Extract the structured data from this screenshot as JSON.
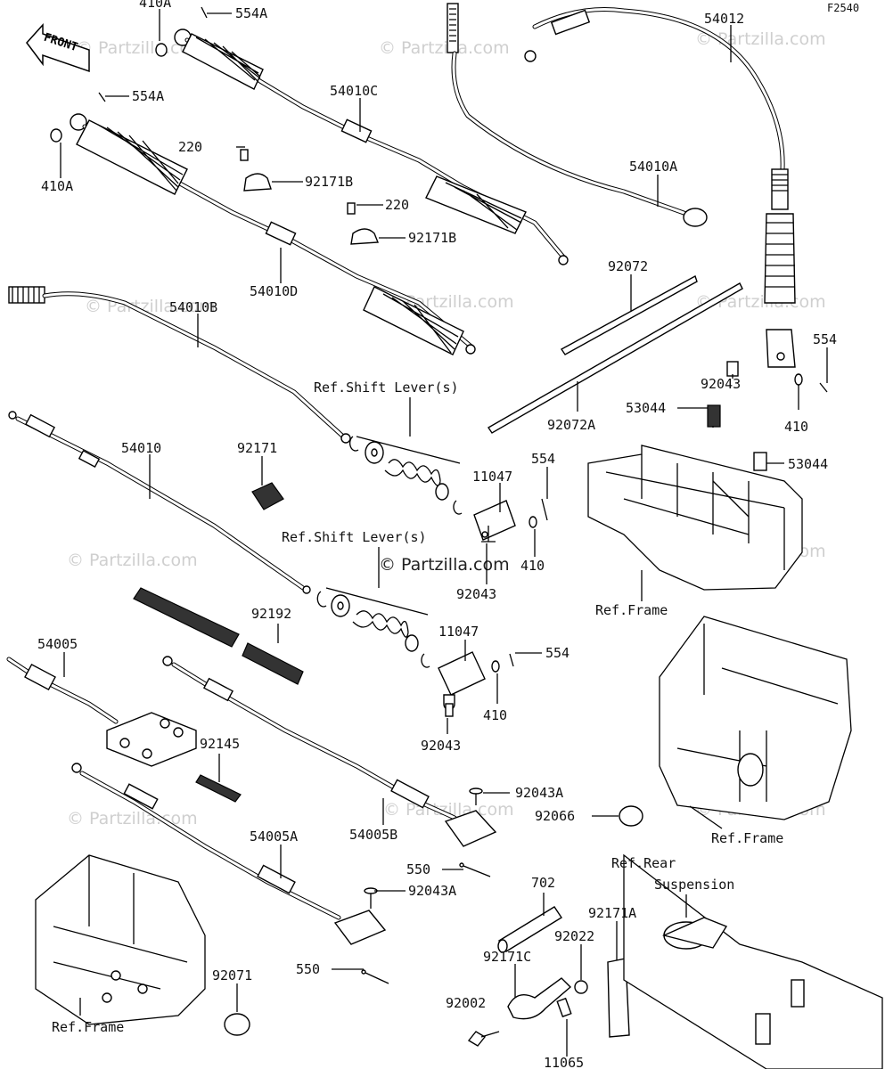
{
  "diagram_code": "F2540",
  "front_label": "FRONT",
  "watermarks": [
    "© Partzilla.com",
    "© Partzilla.com",
    "© Partzilla.com",
    "© Partzilla.com",
    "© Partzilla.com",
    "© Partzilla.com",
    "© Partzilla.com",
    "© Partzilla.com",
    "© Partzilla.com",
    "© Partzilla.com",
    "© Partzilla.com",
    "© Partzilla.com"
  ],
  "center_watermark": "© Partzilla.com",
  "callouts": {
    "c410a_top": "410A",
    "c554a_top": "554A",
    "c554a_mid": "554A",
    "c410a_left": "410A",
    "c54010c": "54010C",
    "c220_a": "220",
    "c92171b_a": "92171B",
    "c220_b": "220",
    "c92171b_b": "92171B",
    "c54010d": "54010D",
    "c54012": "54012",
    "c54010a": "54010A",
    "c92072": "92072",
    "c92072a": "92072A",
    "c54010b": "54010B",
    "c54010": "54010",
    "c92171": "92171",
    "c_ref_shift_1": "Ref.Shift Lever(s)",
    "c11047_a": "11047",
    "c554_a": "554",
    "c410_a": "410",
    "c92043_a": "92043",
    "c_ref_shift_2": "Ref.Shift Lever(s)",
    "c92192": "92192",
    "c11047_b": "11047",
    "c554_b": "554",
    "c410_b": "410",
    "c92043_b": "92043",
    "c54005": "54005",
    "c92145": "92145",
    "c92043a_a": "92043A",
    "c54005b": "54005B",
    "c92066": "92066",
    "c550_a": "550",
    "c54005a": "54005A",
    "c92043a_b": "92043A",
    "c550_b": "550",
    "c92071": "92071",
    "c_ref_frame_1": "Ref.Frame",
    "c_ref_frame_2": "Ref.Frame",
    "c_ref_frame_3": "Ref.Frame",
    "c554_right": "554",
    "c92043_right": "92043",
    "c410_right": "410",
    "c53044_a": "53044",
    "c53044_b": "53044",
    "c702": "702",
    "c92171a": "92171A",
    "c92022": "92022",
    "c92171c": "92171C",
    "c92002": "92002",
    "c11065": "11065",
    "c_ref_rear_1": "Ref.Rear",
    "c_ref_rear_2": "Suspension"
  }
}
